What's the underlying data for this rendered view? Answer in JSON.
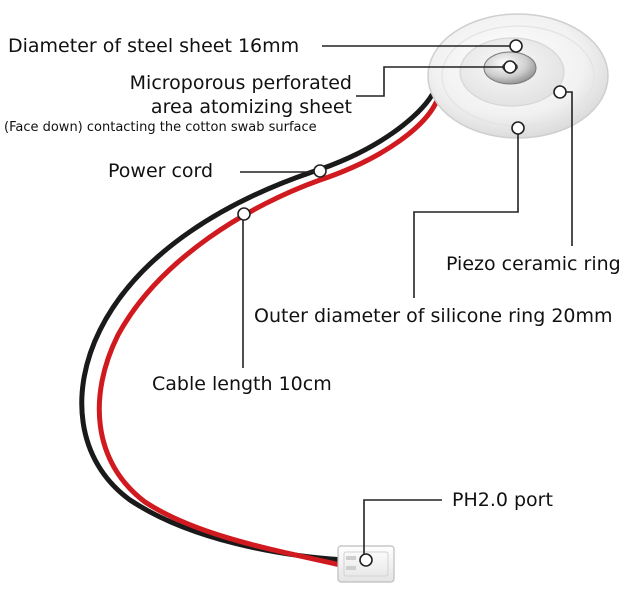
{
  "labels": {
    "steel_diameter": "Diameter of steel sheet 16mm",
    "micro_line1": "Microporous perforated",
    "micro_line2": "area atomizing sheet",
    "micro_note": "(Face down) contacting the cotton swab surface",
    "power_cord": "Power cord",
    "piezo_ring": "Piezo ceramic ring",
    "silicone_diameter": "Outer diameter of silicone ring 20mm",
    "cable_length": "Cable length 10cm",
    "port": "PH2.0 port"
  },
  "colors": {
    "wire_red": "#d11a1f",
    "wire_black": "#1a1a1a",
    "silicone": "#f2f2f2",
    "leader": "#222222"
  }
}
